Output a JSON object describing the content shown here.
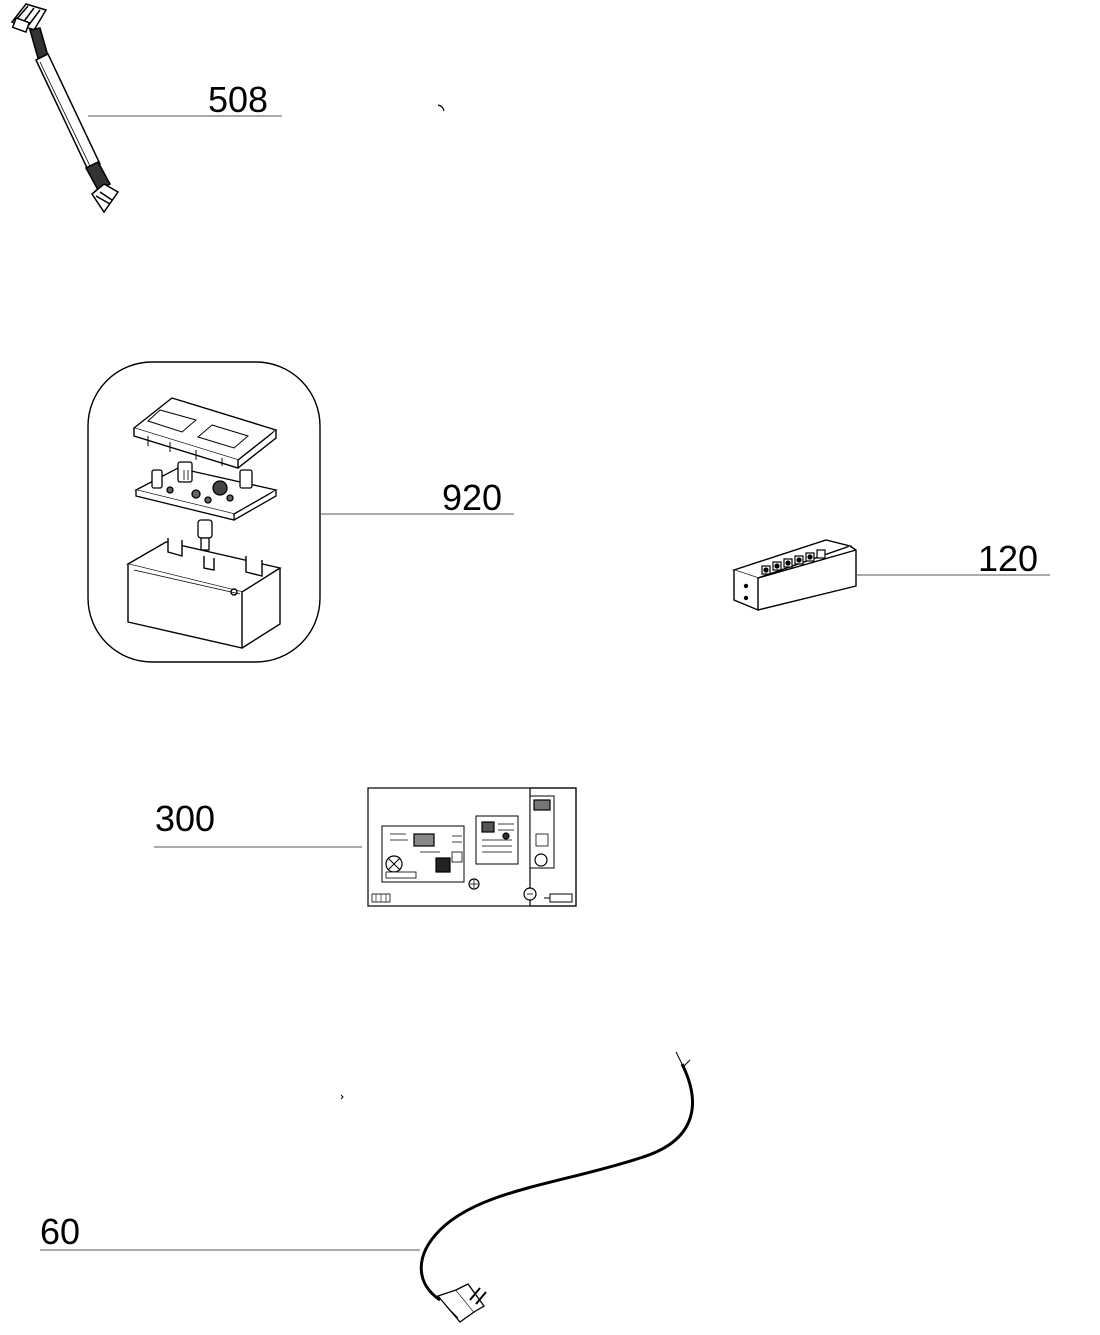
{
  "callouts": {
    "part_508": "508",
    "part_920": "920",
    "part_120": "120",
    "part_300": "300",
    "part_60": "60"
  },
  "colors": {
    "line": "#000000",
    "leader": "#555555",
    "background": "#ffffff"
  }
}
